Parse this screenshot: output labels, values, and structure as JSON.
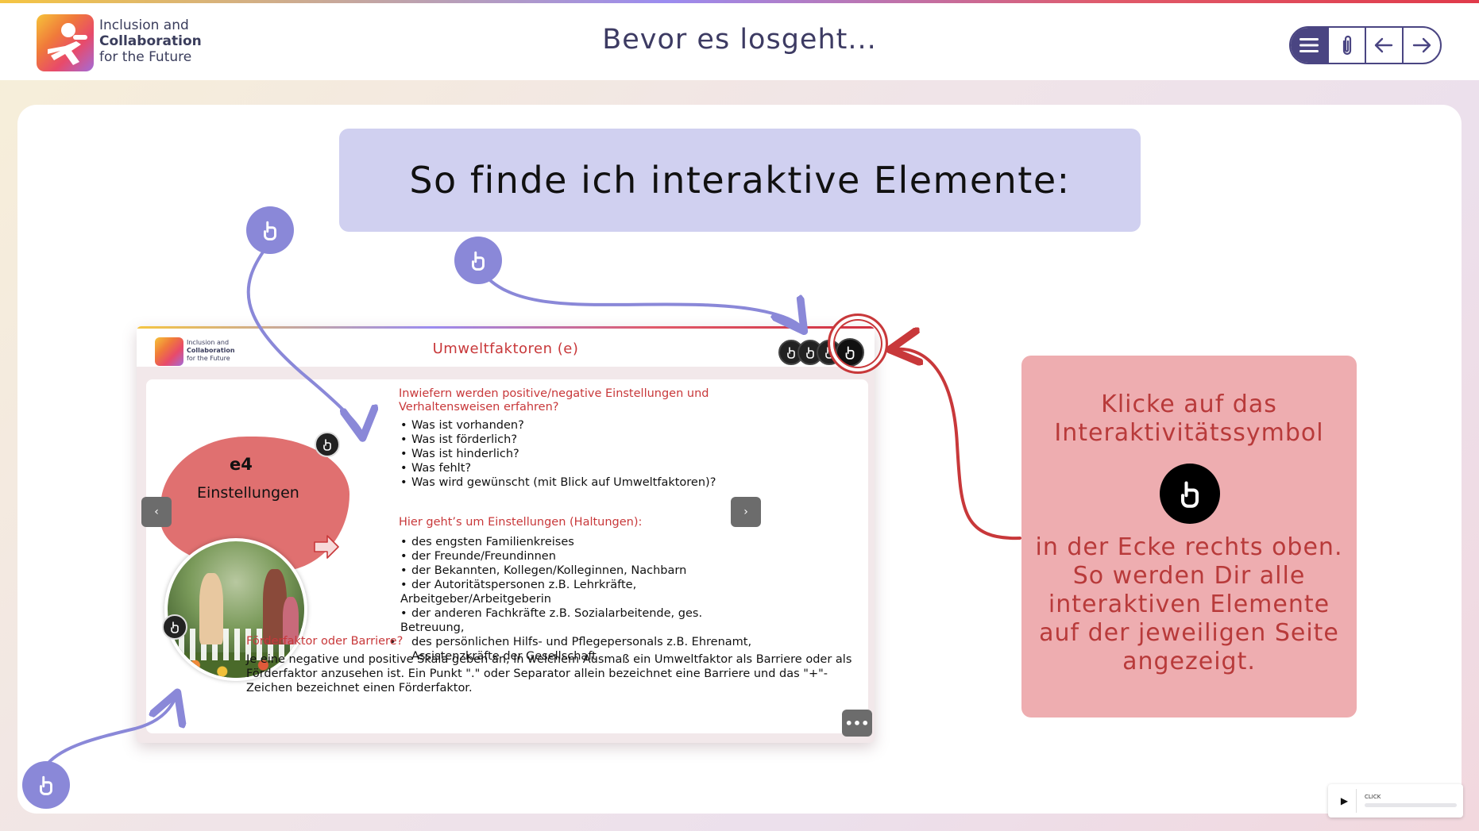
{
  "app": {
    "logo_lines": [
      "Inclusion and",
      "Collaboration",
      "for the Future"
    ],
    "page_title": "Bevor es losgeht..."
  },
  "nav": {
    "menu_icon": "hamburger-icon",
    "attachment_icon": "paperclip-icon",
    "back_icon": "arrow-left-icon",
    "forward_icon": "arrow-right-icon"
  },
  "slide": {
    "headline": "So finde ich interaktive Elemente:",
    "hint_top_lines": [
      "Klicke auf das",
      "Interaktivitätssymbol"
    ],
    "hint_bottom_lines": [
      "in der Ecke rechts oben.",
      "So werden Dir alle",
      "interaktiven Elemente",
      "auf der jeweiligen Seite",
      "angezeigt."
    ]
  },
  "preview": {
    "logo_lines": [
      "Inclusion and",
      "Collaboration",
      "for the Future"
    ],
    "title": "Umweltfaktoren (e)",
    "blob_code": "e4",
    "blob_label": "Einstellungen",
    "question1_heading": "Inwiefern werden positive/negative Einstellungen und Verhaltensweisen erfahren?",
    "question1_items": [
      "Was ist vorhanden?",
      "Was ist förderlich?",
      "Was ist hinderlich?",
      "Was fehlt?",
      "Was wird gewünscht (mit Blick auf Umweltfaktoren)?"
    ],
    "question2_heading": "Hier geht’s um Einstellungen (Haltungen):",
    "question2_items": [
      "des engsten Familienkreises",
      "der Freunde/Freundinnen",
      "der Bekannten, Kollegen/Kolleginnen, Nachbarn",
      "der Autoritätspersonen z.B. Lehrkräfte, Arbeitgeber/Arbeitgeberin",
      "der anderen Fachkräfte z.B. Sozialarbeitende, ges. Betreuung,",
      "des persönlichen Hilfs- und Pflegepersonals z.B. Ehrenamt, Assistenzkräfte der Gesellschaft"
    ],
    "factor_heading": "Förderfaktor oder Barriere?",
    "factor_text": "Je eine negative und positive Skala geben an, in welchem Ausmaß ein Umweltfaktor als Barriere oder als Förderfaktor anzusehen ist. Ein Punkt \".\" oder Separator allein bezeichnet eine Barriere und das \"+\"-Zeichen bezeichnet einen Förderfaktor.",
    "prev_label": "‹",
    "next_label": "›",
    "more_label": "•••"
  },
  "player": {
    "play_label": "▶",
    "label": "CLICK"
  },
  "colors": {
    "accent": "#4a4582",
    "headline_bg": "#d0d0f0",
    "hint_bg": "#eeadb0",
    "hint_text": "#b83a3a",
    "arrow_purple": "#8a88d8",
    "arrow_red": "#c8383a"
  }
}
